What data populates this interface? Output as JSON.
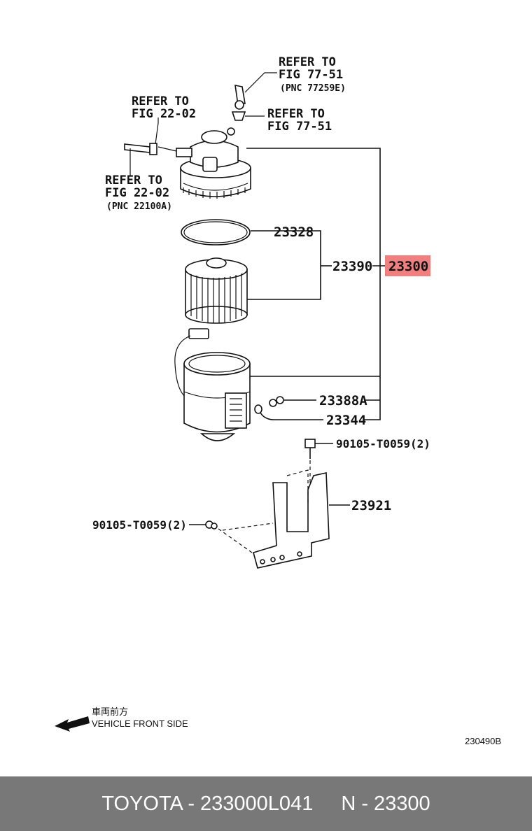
{
  "labels": {
    "ref1_l1": "REFER TO",
    "ref1_l2": "FIG 77-51",
    "ref1_l3": "(PNC 77259E)",
    "ref2_l1": "REFER TO",
    "ref2_l2": "FIG 77-51",
    "ref3_l1": "REFER TO",
    "ref3_l2": "FIG 22-02",
    "ref4_l1": "REFER TO",
    "ref4_l2": "FIG 22-02",
    "ref4_l3": "(PNC 22100A)",
    "p23328": "23328",
    "p23390": "23390",
    "p23300": "23300",
    "p23388a": "23388A",
    "p23344": "23344",
    "bolt_top": "90105-T0059(2)",
    "p23921": "23921",
    "bolt_left": "90105-T0059(2)",
    "front_jp": "車両前方",
    "front_en": "VEHICLE FRONT SIDE",
    "diagram_code": "230490B"
  },
  "highlight_color": "#f08080",
  "footer": {
    "brand_part": "TOYOTA - 233000L041",
    "pnc": "N - 23300"
  }
}
